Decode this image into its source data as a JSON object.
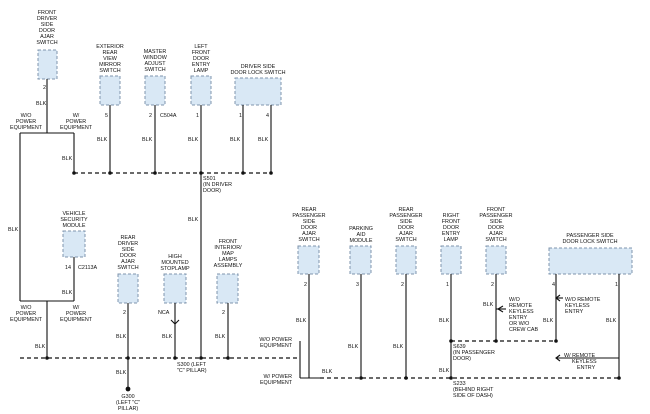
{
  "components": {
    "front_driver_door_ajar_switch": [
      "FRONT",
      "DRIVER",
      "SIDE",
      "DOOR",
      "AJAR",
      "SWITCH"
    ],
    "exterior_mirror_switch": [
      "EXTERIOR",
      "REAR",
      "VIEW",
      "MIRROR",
      "SWITCH"
    ],
    "master_window_switch": [
      "MASTER",
      "WINDOW",
      "ADJUST",
      "SWITCH"
    ],
    "left_front_entry_lamp": [
      "LEFT",
      "FRONT",
      "DOOR",
      "ENTRY",
      "LAMP"
    ],
    "driver_door_lock_switch": [
      "DRIVER SIDE",
      "DOOR LOCK SWITCH"
    ],
    "vehicle_security_module": [
      "VEHICLE",
      "SECURITY",
      "MODULE"
    ],
    "rear_driver_door_ajar_switch": [
      "REAR",
      "DRIVER",
      "SIDE",
      "DOOR",
      "AJAR",
      "SWITCH"
    ],
    "high_mounted_stoplamp": [
      "HIGH",
      "MOUNTED",
      "STOPLAMP"
    ],
    "front_interior_map_lamps": [
      "FRONT",
      "INTERIOR/",
      "MAP",
      "LAMPS",
      "ASSEMBLY"
    ],
    "rear_passenger_door_ajar_switch_1": [
      "REAR",
      "PASSENGER",
      "SIDE",
      "DOOR",
      "AJAR",
      "SWITCH"
    ],
    "parking_aid_module": [
      "PARKING",
      "AID",
      "MODULE"
    ],
    "rear_passenger_door_ajar_switch_2": [
      "REAR",
      "PASSENGER",
      "SIDE",
      "DOOR",
      "AJAR",
      "SWITCH"
    ],
    "right_front_entry_lamp": [
      "RIGHT",
      "FRONT",
      "DOOR",
      "ENTRY",
      "LAMP"
    ],
    "front_passenger_door_ajar_switch": [
      "FRONT",
      "PASSENGER",
      "SIDE",
      "DOOR",
      "AJAR",
      "SWITCH"
    ],
    "passenger_door_lock_switch": [
      "PASSENGER SIDE",
      "DOOR LOCK SWITCH"
    ]
  },
  "pins": {
    "front_driver": "2",
    "exterior_mirror": "5",
    "master_window": "2",
    "left_front_lamp": "1",
    "driver_lock_a": "1",
    "driver_lock_b": "4",
    "vsm": "14",
    "rear_driver": "2",
    "map_lamps": "2",
    "rear_pass_1": "2",
    "parking_aid": "3",
    "rear_pass_2": "2",
    "right_front_lamp": "1",
    "front_pass": "2",
    "pass_lock_a": "4",
    "pass_lock_b": "1"
  },
  "connectors": {
    "c504a": "C504A",
    "c2113a": "C2113A"
  },
  "wire_color": "BLK",
  "splices": {
    "s501": [
      "S501",
      "(IN DRIVER",
      "DOOR)"
    ],
    "s300": [
      "S300 (LEFT",
      "\"C\" PILLAR)"
    ],
    "s639": [
      "S639",
      "(IN PASSENGER",
      "DOOR)"
    ],
    "s233": [
      "S233",
      "(BEHIND RIGHT",
      "SIDE OF DASH)"
    ]
  },
  "ground": [
    "G300",
    "(LEFT \"C\"",
    "PILLAR)"
  ],
  "options": {
    "wo_power": [
      "W/O",
      "POWER",
      "EQUIPMENT"
    ],
    "w_power": [
      "W/",
      "POWER",
      "EQUIPMENT"
    ],
    "wo_power_inline": [
      "W/O POWER",
      "EQUIPMENT"
    ],
    "w_power_inline": [
      "W/ POWER",
      "EQUIPMENT"
    ],
    "wo_remote_keyless": [
      "W/O",
      "REMOTE",
      "KEYLESS",
      "ENTRY",
      "OR W/O",
      "CREW CAB"
    ],
    "wo_remote_keyless_2": [
      "W/O REMOTE",
      "KEYLESS",
      "ENTRY"
    ],
    "w_remote_keyless": [
      "W/ REMOTE",
      "KEYLESS",
      "ENTRY"
    ]
  },
  "nca": "NCA"
}
